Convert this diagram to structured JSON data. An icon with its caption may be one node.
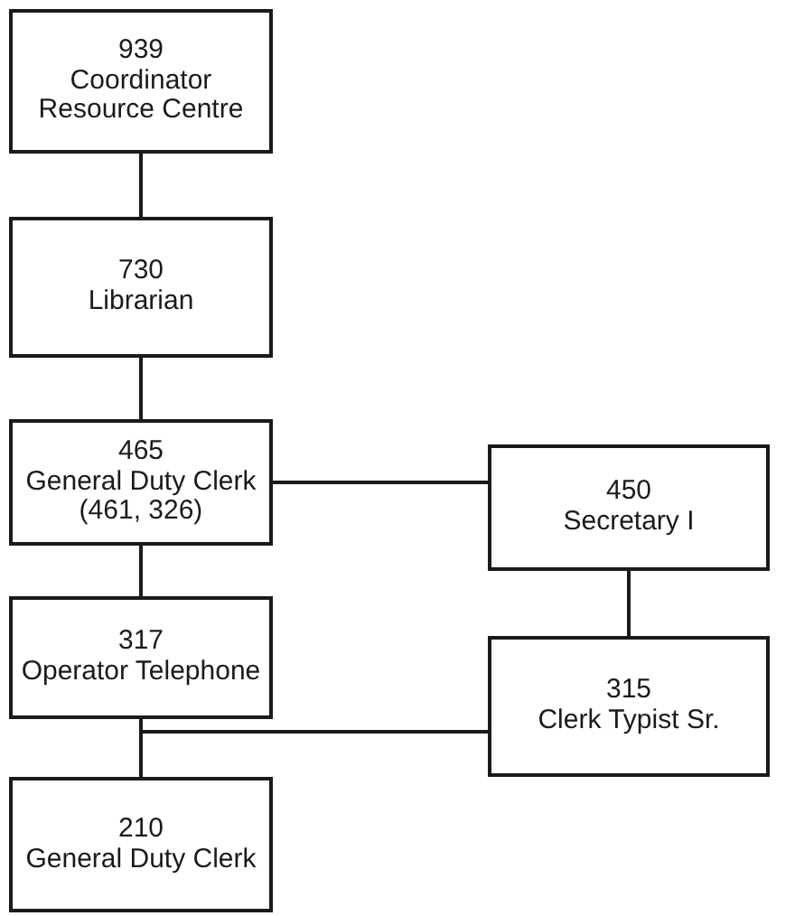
{
  "diagram": {
    "nodes": [
      {
        "text": [
          "939",
          "Coordinator Resource Centre"
        ]
      },
      {
        "text": [
          "730",
          "Librarian"
        ]
      },
      {
        "text": [
          "465",
          "General Duty Clerk (461, 326)"
        ]
      },
      {
        "text": [
          "450",
          "Secretary I"
        ]
      },
      {
        "text": [
          "317",
          "Operator Telephone"
        ]
      },
      {
        "text": [
          "315",
          "Clerk Typist Sr."
        ]
      },
      {
        "text": [
          "210",
          "General Duty Clerk"
        ]
      }
    ],
    "edges": [
      {
        "from": 0,
        "to": 1,
        "arrow": "none"
      },
      {
        "from": 1,
        "to": 2,
        "arrow": "none"
      },
      {
        "from": 2,
        "to": 3,
        "arrow": "none"
      },
      {
        "from": 2,
        "to": 4,
        "arrow": "none"
      },
      {
        "from": 3,
        "to": 5,
        "arrow": "none"
      },
      {
        "from": 4,
        "to": 6,
        "arrow": "none"
      },
      {
        "from": 5,
        "to": 6,
        "arrow": "none"
      }
    ]
  }
}
